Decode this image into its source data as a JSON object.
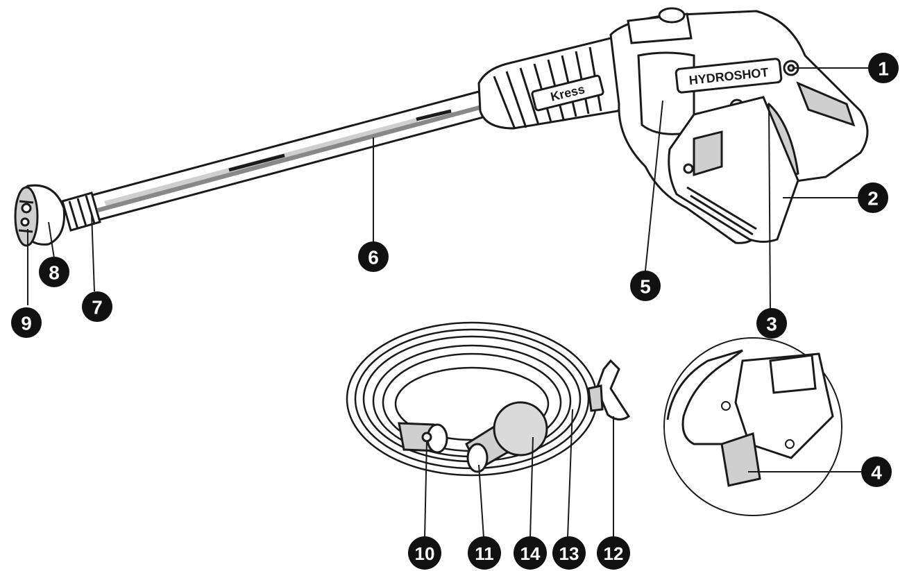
{
  "colors": {
    "ink": "#1a1a1a",
    "badge": "#111111",
    "badge_text": "#ffffff",
    "fill": "#ffffff",
    "shade": "#cfcfcf",
    "hose": "#e6e6e6"
  },
  "gun": {
    "brand_label": "Kress",
    "model_label": "HYDROSHOT"
  },
  "callouts": [
    {
      "id": "1",
      "label": "1"
    },
    {
      "id": "2",
      "label": "2"
    },
    {
      "id": "3",
      "label": "3"
    },
    {
      "id": "4",
      "label": "4"
    },
    {
      "id": "5",
      "label": "5"
    },
    {
      "id": "6",
      "label": "6"
    },
    {
      "id": "7",
      "label": "7"
    },
    {
      "id": "8",
      "label": "8"
    },
    {
      "id": "9",
      "label": "9"
    },
    {
      "id": "10",
      "label": "10"
    },
    {
      "id": "11",
      "label": "11"
    },
    {
      "id": "12",
      "label": "12"
    },
    {
      "id": "13",
      "label": "13"
    },
    {
      "id": "14",
      "label": "14"
    }
  ]
}
